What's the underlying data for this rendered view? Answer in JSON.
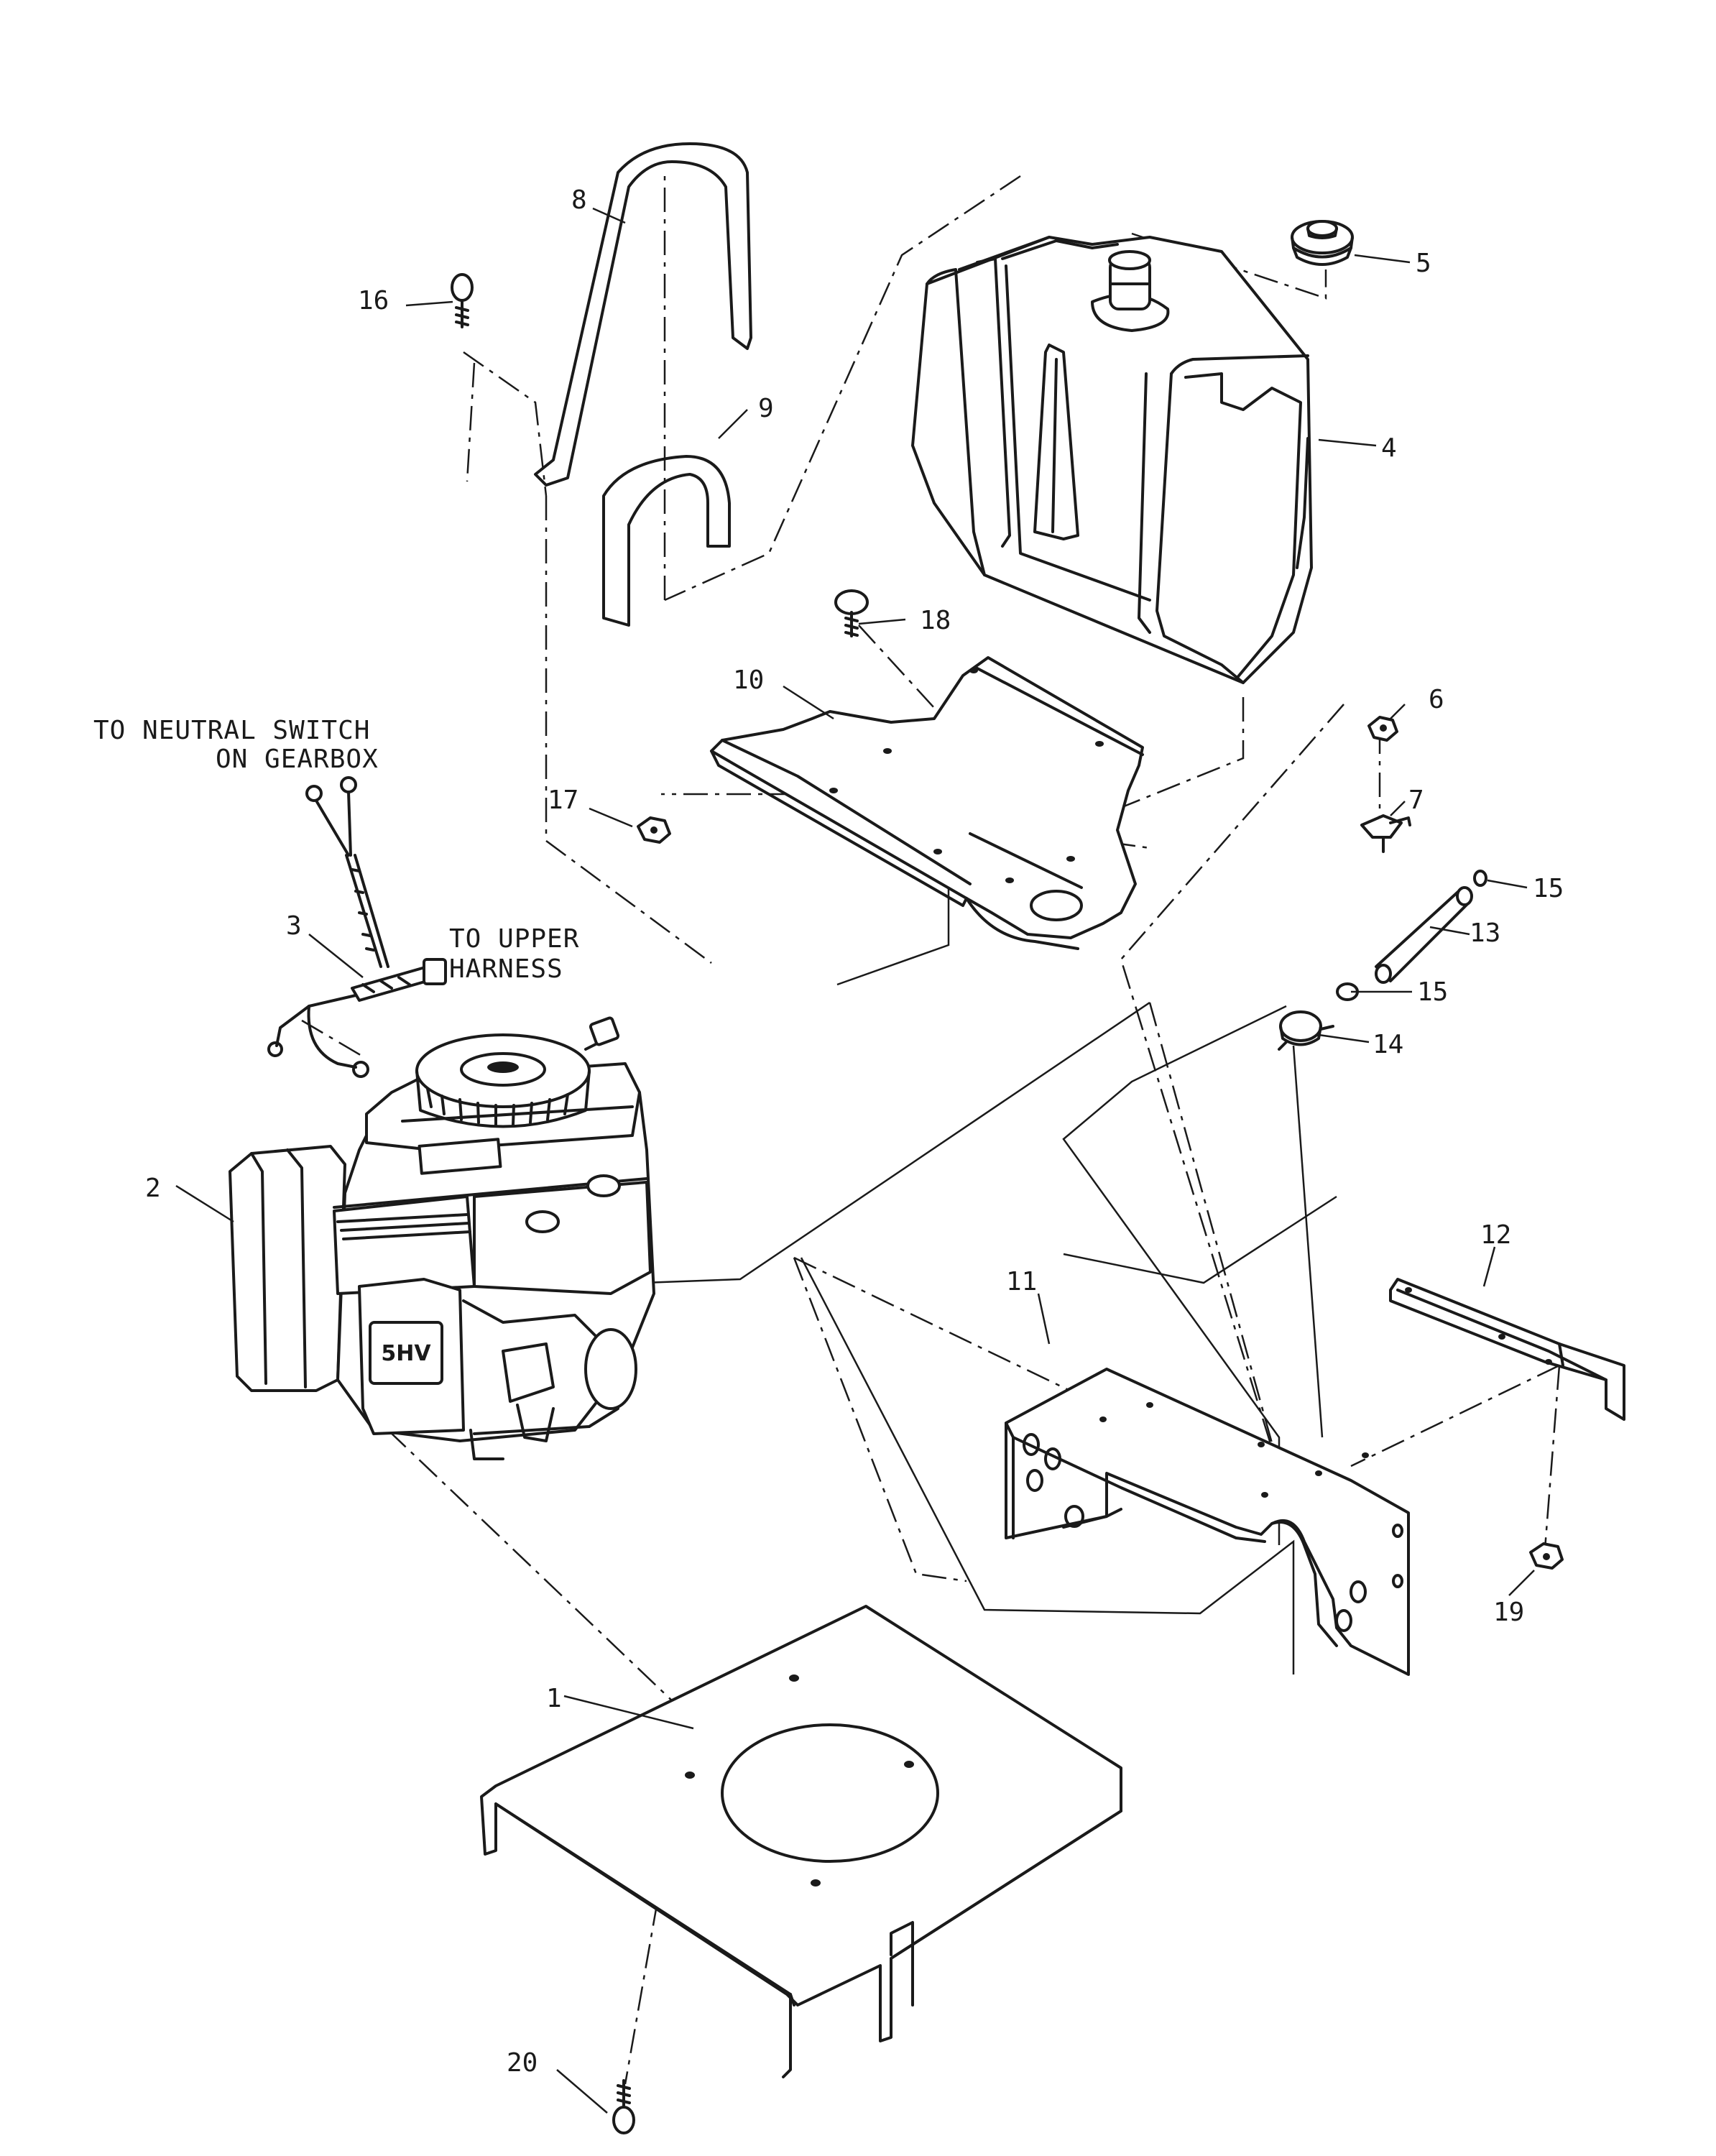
{
  "callouts": [
    "1",
    "2",
    "3",
    "4",
    "5",
    "6",
    "7",
    "8",
    "9",
    "10",
    "11",
    "12",
    "13",
    "14",
    "15",
    "15",
    "16",
    "17",
    "18",
    "19",
    "20"
  ],
  "notes": {
    "neutral_line1": "TO NEUTRAL SWITCH",
    "neutral_line2": "ON GEARBOX",
    "upper_line1": "TO UPPER",
    "upper_line2": "HARNESS"
  },
  "engine_badge": "5HV",
  "parts": [
    {
      "label": "1",
      "icon": "engine-mount-plate-icon"
    },
    {
      "label": "2",
      "icon": "engine-icon"
    },
    {
      "label": "3",
      "icon": "wire-harness-icon"
    },
    {
      "label": "4",
      "icon": "fuel-tank-icon"
    },
    {
      "label": "5",
      "icon": "fuel-cap-icon"
    },
    {
      "label": "6",
      "icon": "nut-icon"
    },
    {
      "label": "7",
      "icon": "fuel-valve-icon"
    },
    {
      "label": "8",
      "icon": "tank-strap-icon"
    },
    {
      "label": "9",
      "icon": "tank-strap-icon"
    },
    {
      "label": "10",
      "icon": "tank-bracket-icon"
    },
    {
      "label": "11",
      "icon": "frame-bracket-icon"
    },
    {
      "label": "12",
      "icon": "angle-bracket-icon"
    },
    {
      "label": "13",
      "icon": "fuel-line-icon"
    },
    {
      "label": "14",
      "icon": "fuel-filter-icon"
    },
    {
      "label": "15",
      "icon": "hose-clamp-icon"
    },
    {
      "label": "16",
      "icon": "bolt-icon"
    },
    {
      "label": "17",
      "icon": "nut-icon"
    },
    {
      "label": "18",
      "icon": "bolt-icon"
    },
    {
      "label": "19",
      "icon": "nut-icon"
    },
    {
      "label": "20",
      "icon": "bolt-icon"
    }
  ]
}
